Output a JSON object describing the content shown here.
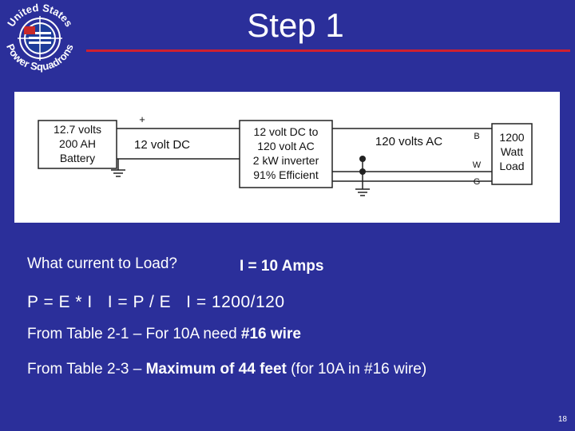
{
  "slide": {
    "title": "Step 1",
    "page_number": "18"
  },
  "logo": {
    "text_top": "United States",
    "text_bottom": "Power Squadrons"
  },
  "diagram": {
    "battery": {
      "line1": "12.7 volts",
      "line2": "200 AH",
      "line3": "Battery"
    },
    "dc_wire_label": "12 volt DC",
    "plus_label": "+",
    "inverter": {
      "line1": "12 volt DC to",
      "line2": "120 volt AC",
      "line3": "2 kW inverter",
      "line4": "91% Efficient"
    },
    "ac_wire_label": "120 volts AC",
    "wire_b": "B",
    "wire_w": "W",
    "wire_g": "G",
    "load": {
      "line1": "1200",
      "line2": "Watt",
      "line3": "Load"
    }
  },
  "content": {
    "question": "What current to Load?",
    "answer": "I = 10 Amps",
    "formula": "P = E * I   I = P / E   I = 1200/120",
    "line3_pre": "From Table 2-1 – For 10A need ",
    "line3_bold": "#16 wire",
    "line4_pre": "From Table 2-3 – ",
    "line4_bold": "Maximum of 44 feet",
    "line4_post": " (for 10A in #16 wire)"
  }
}
